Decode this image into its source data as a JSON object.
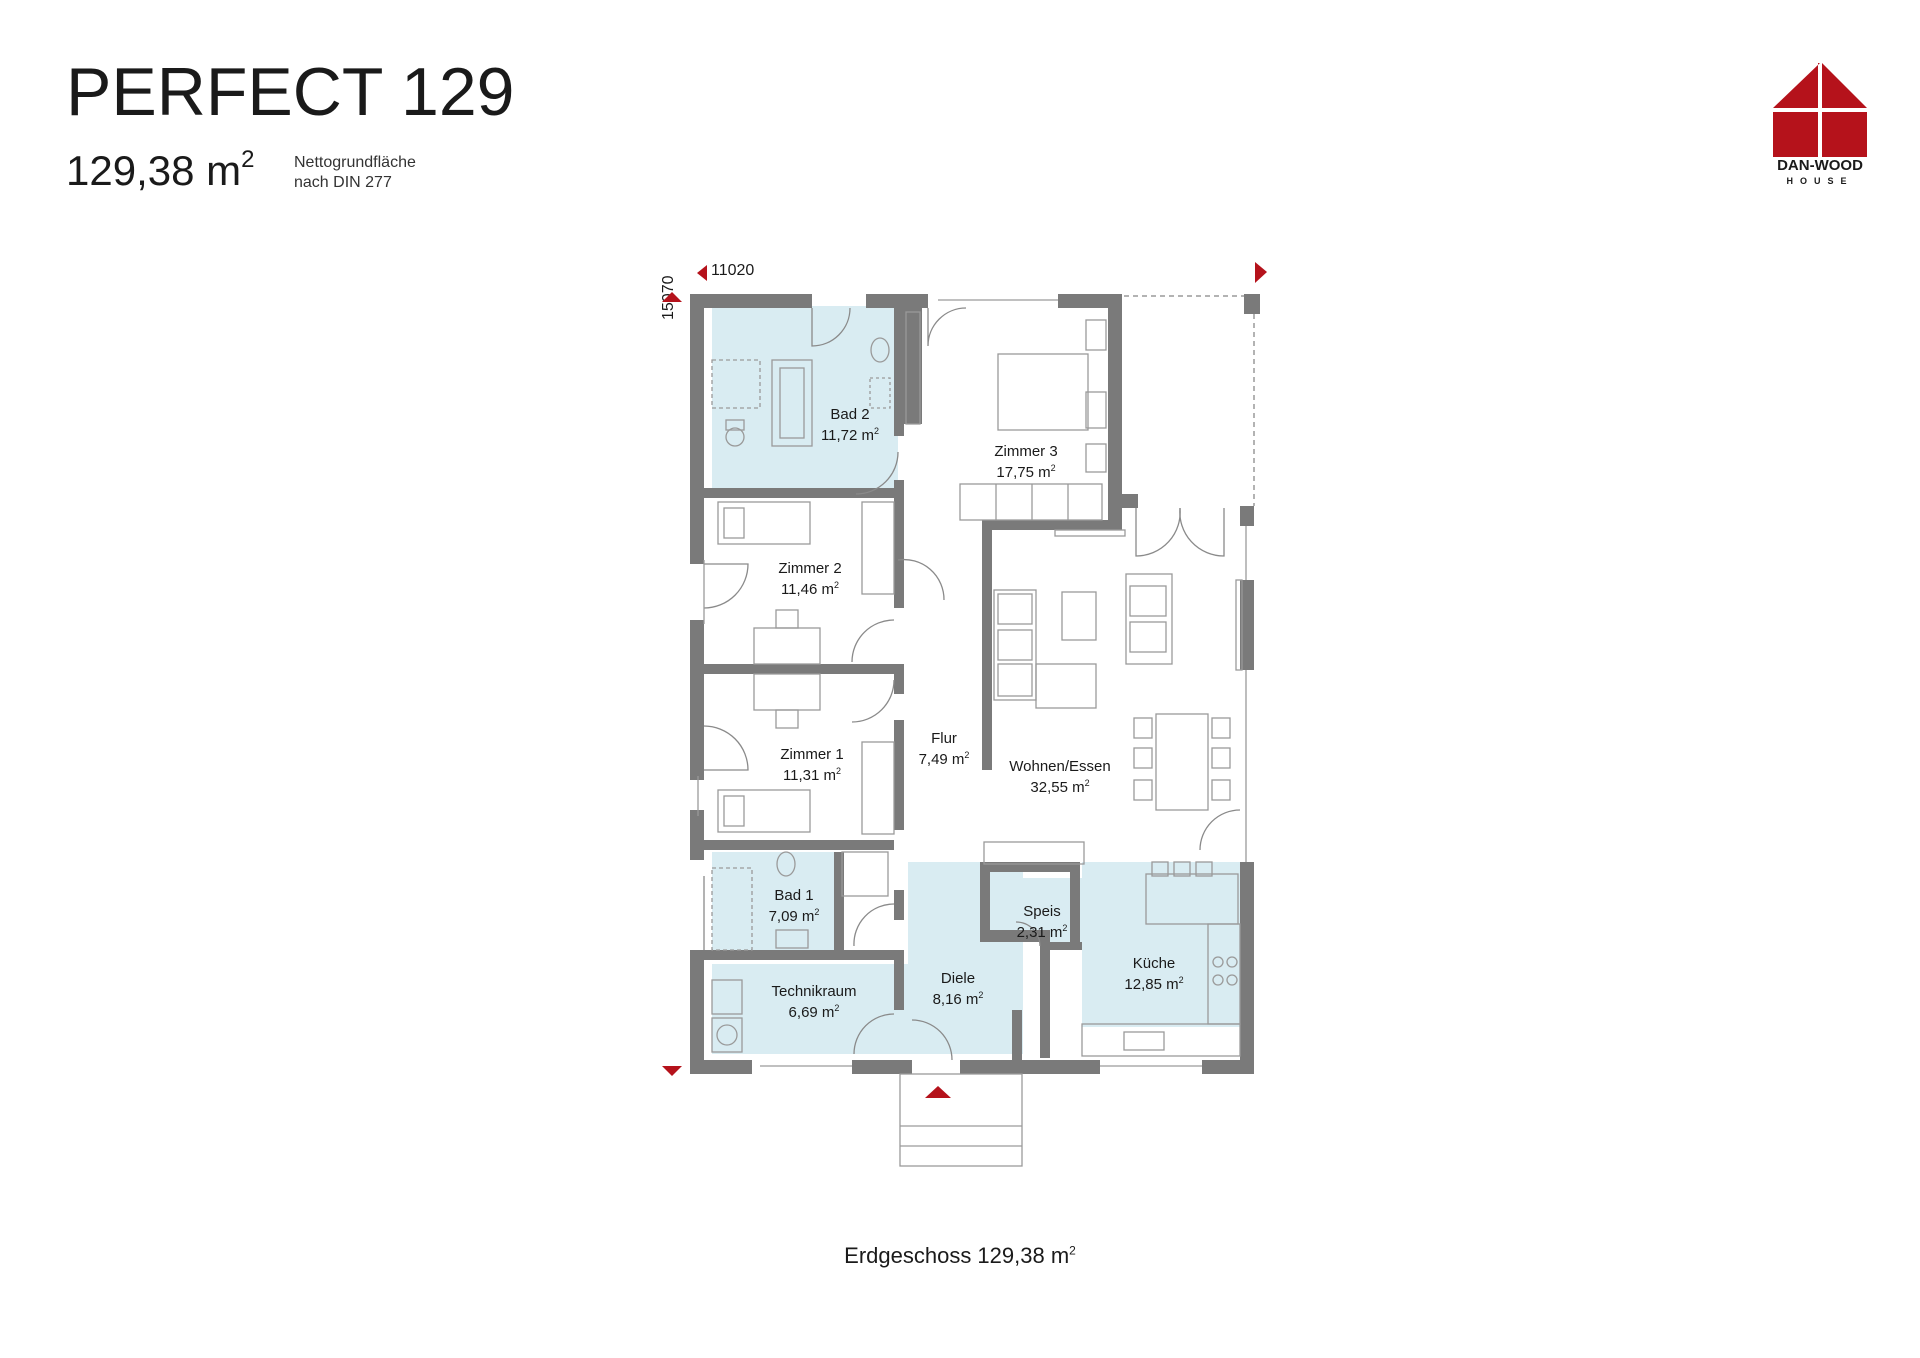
{
  "header": {
    "title": "PERFECT 129",
    "area_value": "129,38 m",
    "area_sup": "2",
    "note_line1": "Nettogrundfläche",
    "note_line2": "nach DIN 277"
  },
  "logo": {
    "name": "DAN-WOOD",
    "sub": "HOUSE",
    "color": "#b5121b"
  },
  "dimensions": {
    "width": "11020",
    "height": "15070"
  },
  "rooms": [
    {
      "id": "bad2",
      "name": "Bad 2",
      "area": "11,72 m",
      "sup": "2"
    },
    {
      "id": "zimmer3",
      "name": "Zimmer 3",
      "area": "17,75 m",
      "sup": "2"
    },
    {
      "id": "zimmer2",
      "name": "Zimmer 2",
      "area": "11,46 m",
      "sup": "2"
    },
    {
      "id": "zimmer1",
      "name": "Zimmer 1",
      "area": "11,31 m",
      "sup": "2"
    },
    {
      "id": "flur",
      "name": "Flur",
      "area": "7,49 m",
      "sup": "2"
    },
    {
      "id": "wohnen",
      "name": "Wohnen/Essen",
      "area": "32,55 m",
      "sup": "2"
    },
    {
      "id": "bad1",
      "name": "Bad 1",
      "area": "7,09 m",
      "sup": "2"
    },
    {
      "id": "speis",
      "name": "Speis",
      "area": "2,31 m",
      "sup": "2"
    },
    {
      "id": "kueche",
      "name": "Küche",
      "area": "12,85 m",
      "sup": "2"
    },
    {
      "id": "diele",
      "name": "Diele",
      "area": "8,16 m",
      "sup": "2"
    },
    {
      "id": "technik",
      "name": "Technikraum",
      "area": "6,69 m",
      "sup": "2"
    }
  ],
  "caption": {
    "text": "Erdgeschoss 129,38 m",
    "sup": "2"
  },
  "colors": {
    "wall": "#7a7a7a",
    "tile": "#d9ecf2",
    "accent": "#b5121b",
    "line": "#9a9a9a"
  }
}
